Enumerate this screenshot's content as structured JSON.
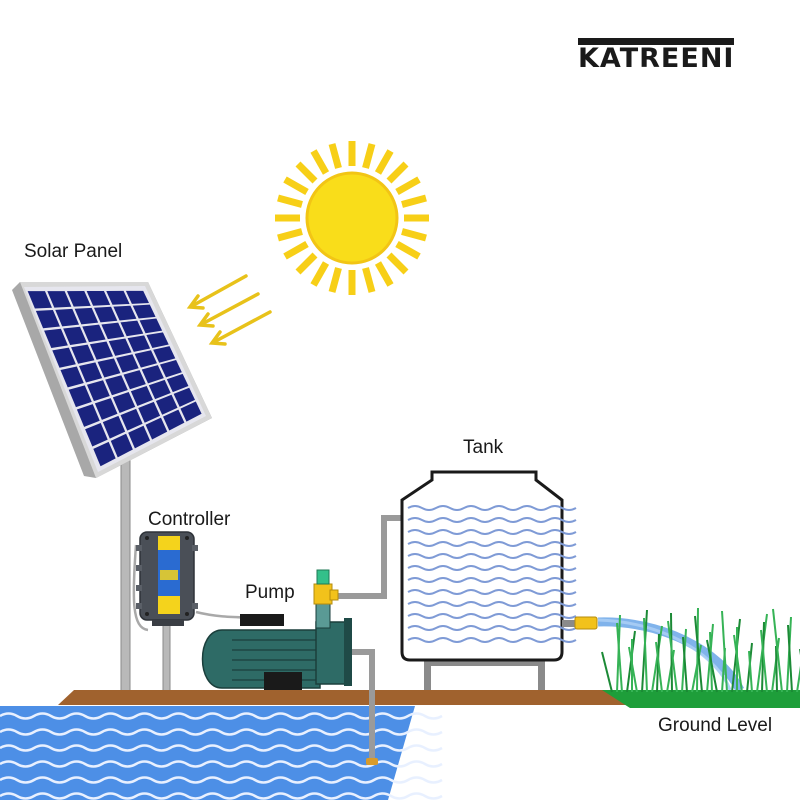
{
  "brand": {
    "logo_text": "KATREENI"
  },
  "labels": {
    "solar_panel": "Solar Panel",
    "controller": "Controller",
    "pump": "Pump",
    "tank": "Tank",
    "ground_level": "Ground Level"
  },
  "colors": {
    "sun": "#f9d71c",
    "panel_cell": "#1a237e",
    "panel_frame": "#b0b0b0",
    "pump_body": "#2e6b66",
    "controller_body": "#4a4f57",
    "controller_panel": "#2a6bd1",
    "controller_accent": "#f4d31c",
    "valve": "#f2c21b",
    "pipe": "#9a9a9a",
    "tank_outline": "#1a1a1a",
    "tank_water_lines": "#7f9bd6",
    "ground": "#a0622e",
    "grass": "#1e9e3a",
    "water_source": "#4d8fe6",
    "spray": "#6aa6e8"
  }
}
